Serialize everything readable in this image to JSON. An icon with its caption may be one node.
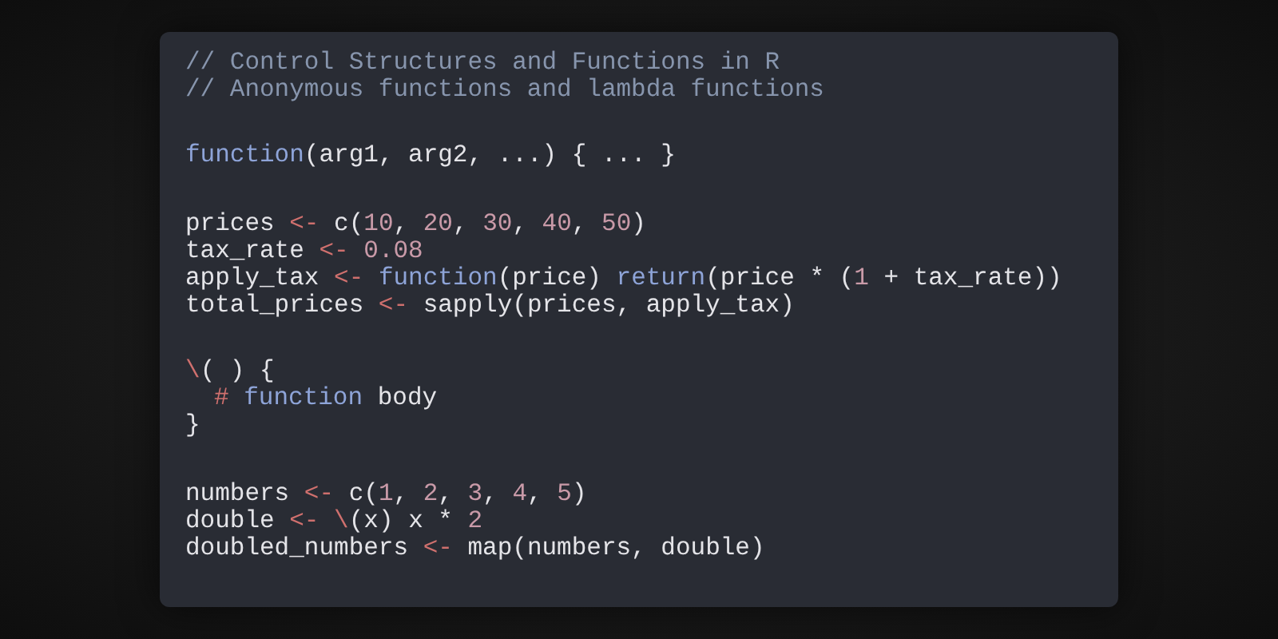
{
  "diagram": {
    "labels": [
      "// Control Structures and Functions in R",
      "// Anonymous functions and lambda functions",
      "function(arg1, arg2, ...) { ... }",
      "prices <- c(10, 20, 30, 40, 50)",
      "tax_rate <- 0.08",
      "apply_tax <- function(price) return(price * (1 + tax_rate))",
      "total_prices <- sapply(prices, apply_tax)",
      "\\( ) {",
      "# function body",
      "}",
      "numbers <- c(1, 2, 3, 4, 5)",
      "double <- \\(x) x * 2",
      "doubled_numbers <- map(numbers, double)"
    ]
  }
}
